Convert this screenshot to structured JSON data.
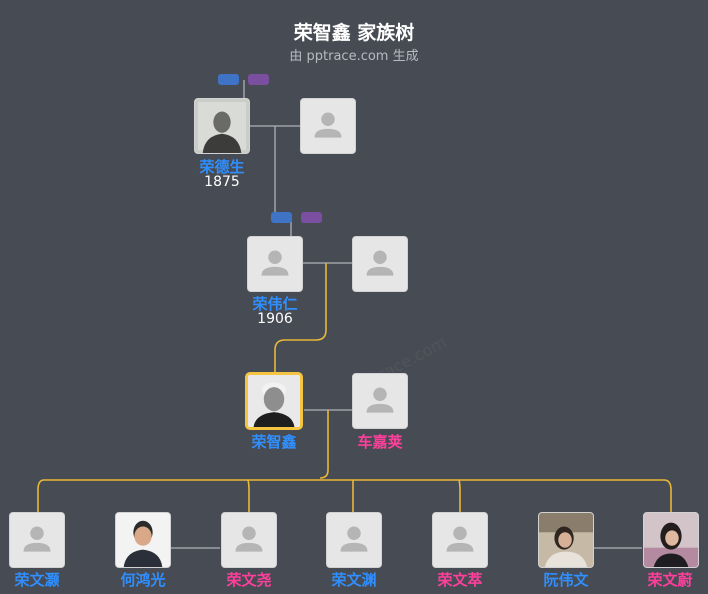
{
  "title": "荣智鑫 家族树",
  "subtitle": "由 pptrace.com 生成",
  "watermark": "pptrace.com",
  "colors": {
    "background": "#474b53",
    "male_name": "#2f8fff",
    "female_name": "#ff3f9c",
    "link_gray": "#b0b3b8",
    "link_gold": "#e8b838",
    "highlight_border": "#f5c542",
    "pill_blue": "#3f73c6",
    "pill_purple": "#7a4fa0"
  },
  "people": {
    "p1": {
      "name": "荣德生",
      "year": "1875",
      "gender": "male",
      "portrait": "photo"
    },
    "p1_spouse": {
      "name": "",
      "gender": "female",
      "portrait": "placeholder-person-icon"
    },
    "p2": {
      "name": "荣伟仁",
      "year": "1906",
      "gender": "male",
      "portrait": "placeholder-person-icon"
    },
    "p2_spouse": {
      "name": "",
      "gender": "female",
      "portrait": "placeholder-person-icon"
    },
    "p3": {
      "name": "荣智鑫",
      "gender": "male",
      "portrait": "photo",
      "highlighted": true
    },
    "p3_spouse": {
      "name": "车嘉荚",
      "gender": "female",
      "portrait": "placeholder-person-icon"
    },
    "c1": {
      "name": "荣文灏",
      "gender": "male",
      "portrait": "placeholder-person-icon"
    },
    "c2": {
      "name": "何鸿光",
      "gender": "male",
      "portrait": "photo"
    },
    "c3": {
      "name": "荣文尧",
      "gender": "female",
      "portrait": "placeholder-person-icon"
    },
    "c4": {
      "name": "荣文渊",
      "gender": "male",
      "portrait": "placeholder-person-icon"
    },
    "c5": {
      "name": "荣文萃",
      "gender": "female",
      "portrait": "placeholder-person-icon"
    },
    "c6": {
      "name": "阮伟文",
      "gender": "male",
      "portrait": "photo"
    },
    "c7": {
      "name": "荣文蔚",
      "gender": "female",
      "portrait": "photo"
    }
  }
}
